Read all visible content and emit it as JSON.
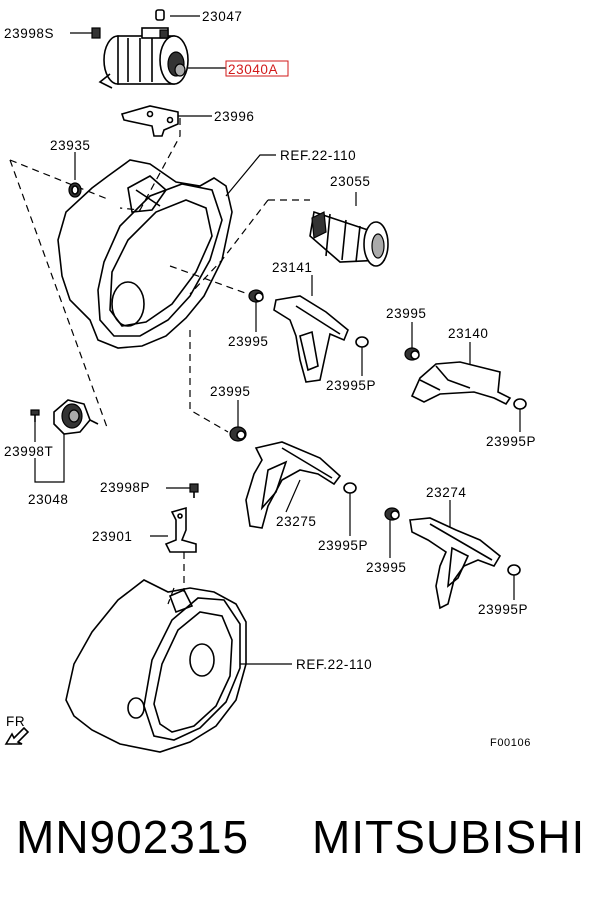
{
  "labels": {
    "p23047": "23047",
    "p23998s": "23998S",
    "p23040a": "23040A",
    "p23996": "23996",
    "p23935": "23935",
    "ref_top": "REF.22-110",
    "p23055": "23055",
    "p23141": "23141",
    "p23995_a": "23995",
    "p23995_b": "23995",
    "p23140": "23140",
    "p23995p_a": "23995P",
    "p23995_c": "23995",
    "p23995p_b": "23995P",
    "p23998t": "23998T",
    "p23048": "23048",
    "p23998p": "23998P",
    "p23275": "23275",
    "p23274": "23274",
    "p23995p_c": "23995P",
    "p23901": "23901",
    "p23995_d": "23995",
    "p23995p_d": "23995P",
    "ref_bottom": "REF.22-110",
    "fr": "FR",
    "fig_code": "F00106"
  },
  "highlight_color": "#d21a1a",
  "footer": {
    "part_number": "MN902315",
    "brand": "MITSUBISHI"
  }
}
